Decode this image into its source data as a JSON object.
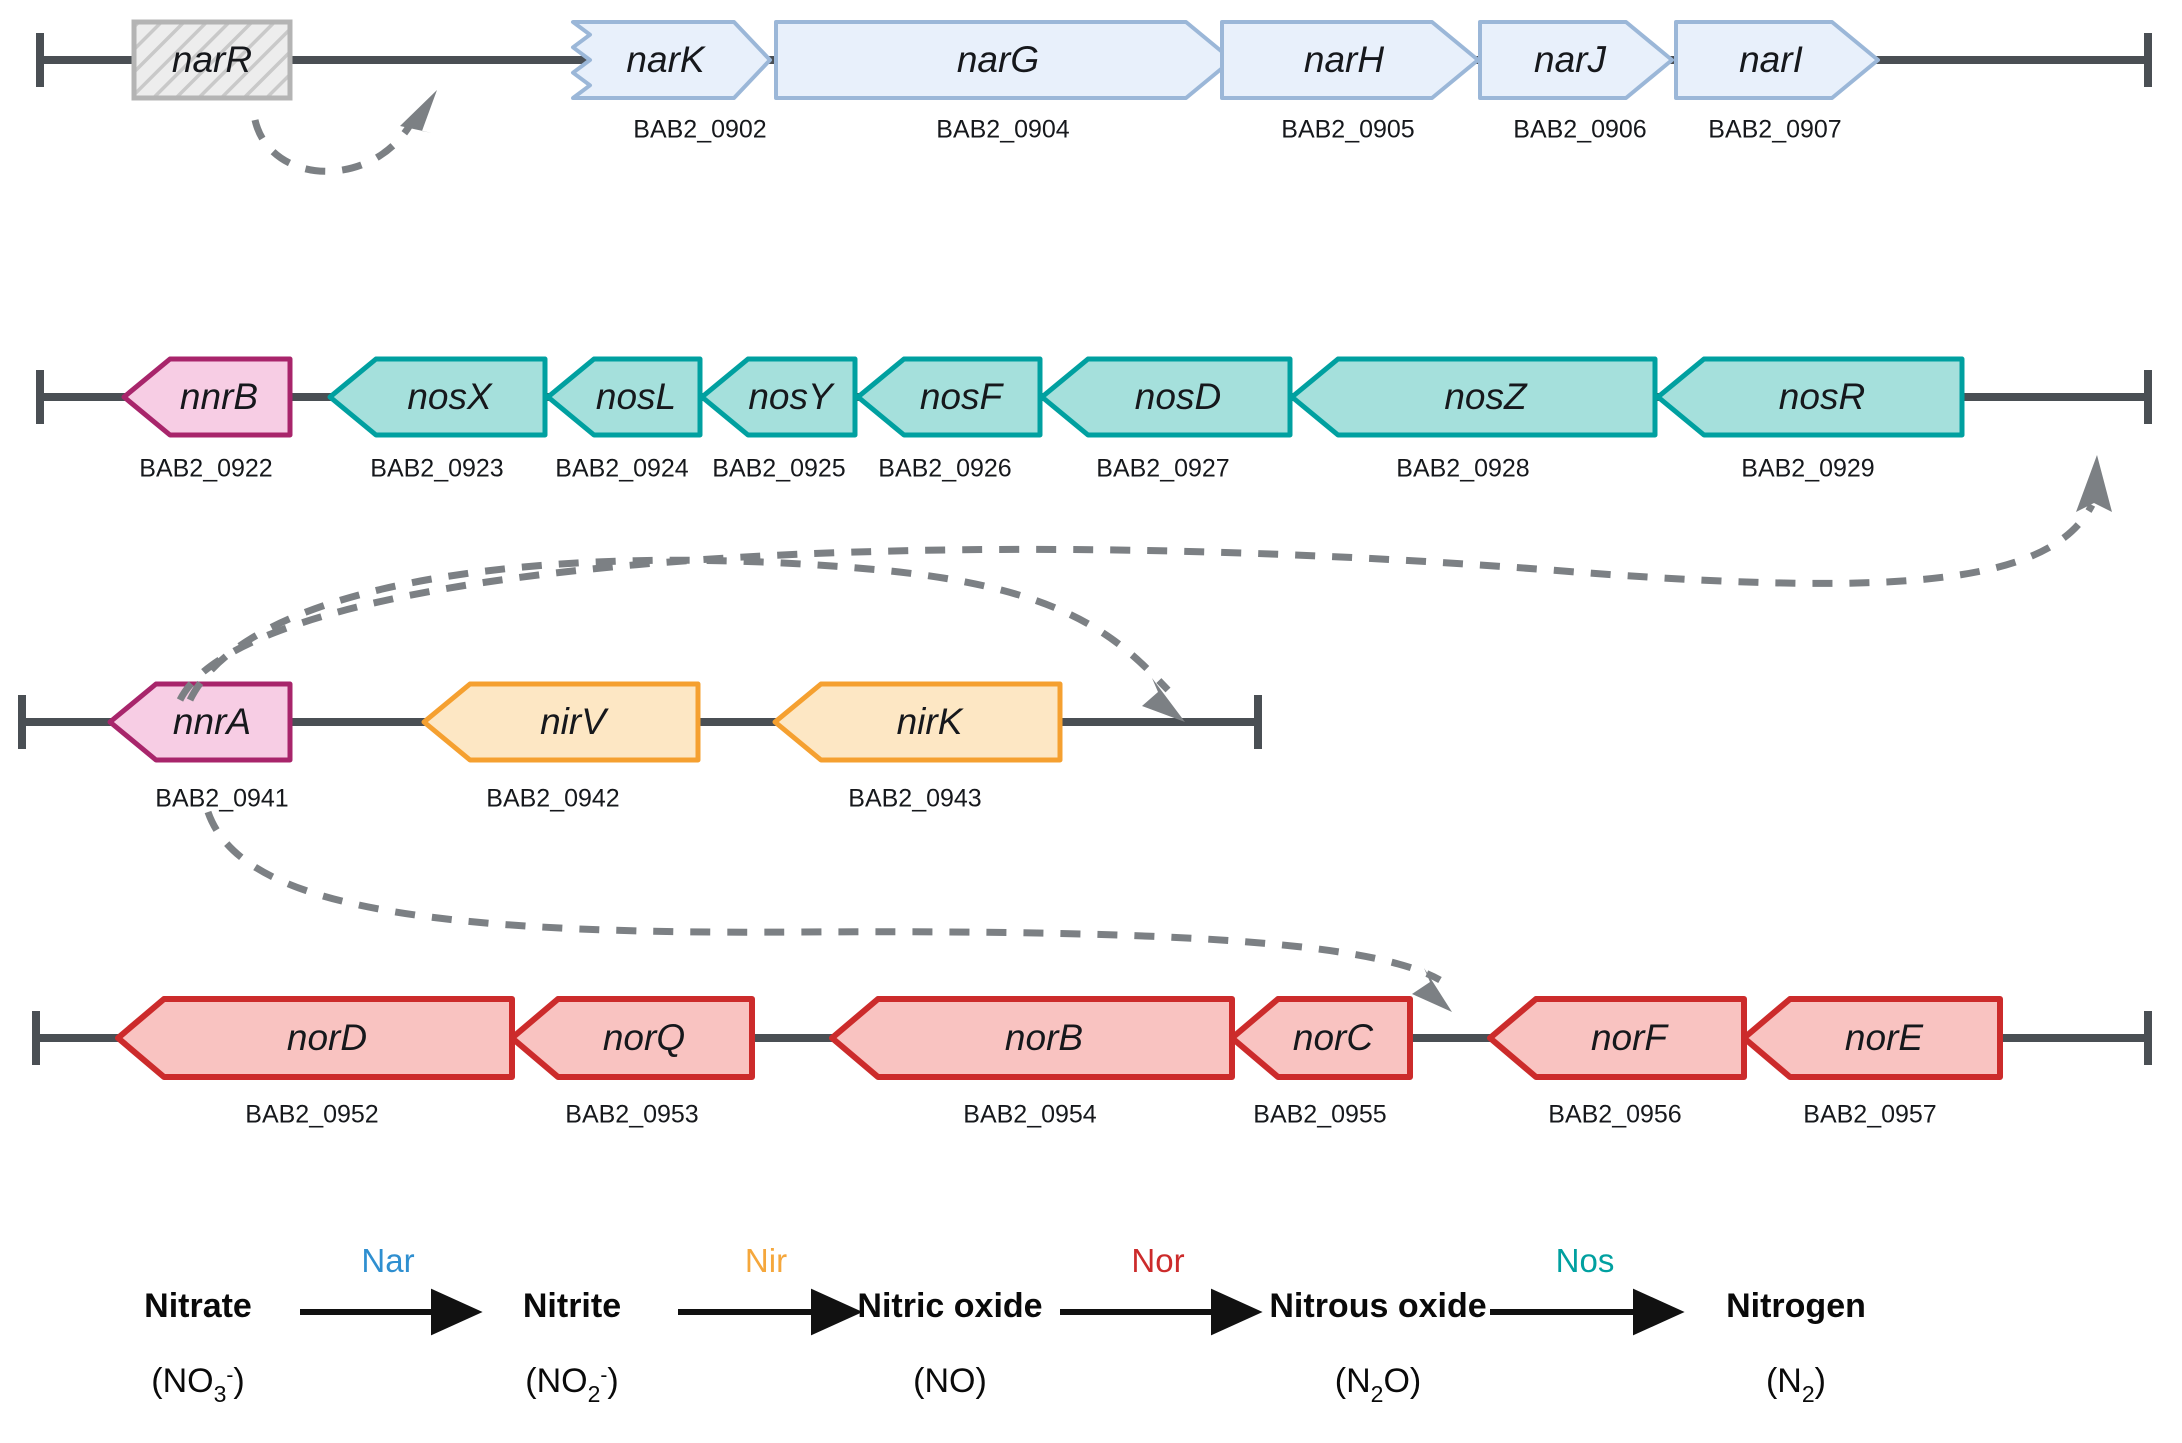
{
  "figure": {
    "title": "Denitrification gene clusters and pathway",
    "background": "#ffffff"
  },
  "palette": {
    "nar_fill": "#e8f0fb",
    "nar_stroke": "#9bb7d8",
    "nar_text": "#2f8fd0",
    "nos_fill": "#a5e0dc",
    "nos_stroke": "#00a0a0",
    "nos_text": "#00a0a0",
    "nir_fill": "#fde7c4",
    "nir_stroke": "#f5a030",
    "nir_text": "#f5a73c",
    "nor_fill": "#f9c3c1",
    "nor_stroke": "#cc2b2b",
    "nor_text": "#cc2b2b",
    "reg_fill": "#f7cde4",
    "reg_stroke": "#a8256b",
    "narR_fill": "#e9e9e9",
    "narR_stroke": "#b4b4b4",
    "backbone": "#4a4f54",
    "dashed_arrow": "#7c8084"
  },
  "rows": [
    {
      "id": "nar-operon",
      "genes": [
        {
          "name": "narR",
          "locus": "",
          "shape": "box-hatched",
          "dir": "none"
        },
        {
          "name": "narK",
          "locus": "BAB2_0902",
          "shape": "arrow-jagged",
          "dir": "right"
        },
        {
          "name": "narG",
          "locus": "BAB2_0904",
          "shape": "arrow",
          "dir": "right"
        },
        {
          "name": "narH",
          "locus": "BAB2_0905",
          "shape": "arrow",
          "dir": "right"
        },
        {
          "name": "narJ",
          "locus": "BAB2_0906",
          "shape": "arrow",
          "dir": "right"
        },
        {
          "name": "narI",
          "locus": "BAB2_0907",
          "shape": "arrow",
          "dir": "right"
        }
      ]
    },
    {
      "id": "nos-operon",
      "genes": [
        {
          "name": "nnrB",
          "locus": "BAB2_0922",
          "shape": "arrow",
          "dir": "left"
        },
        {
          "name": "nosX",
          "locus": "BAB2_0923",
          "shape": "arrow",
          "dir": "left"
        },
        {
          "name": "nosL",
          "locus": "BAB2_0924",
          "shape": "arrow",
          "dir": "left"
        },
        {
          "name": "nosY",
          "locus": "BAB2_0925",
          "shape": "arrow",
          "dir": "left"
        },
        {
          "name": "nosF",
          "locus": "BAB2_0926",
          "shape": "arrow",
          "dir": "left"
        },
        {
          "name": "nosD",
          "locus": "BAB2_0927",
          "shape": "arrow",
          "dir": "left"
        },
        {
          "name": "nosZ",
          "locus": "BAB2_0928",
          "shape": "arrow",
          "dir": "left"
        },
        {
          "name": "nosR",
          "locus": "BAB2_0929",
          "shape": "arrow",
          "dir": "left"
        }
      ]
    },
    {
      "id": "nir-operon",
      "genes": [
        {
          "name": "nnrA",
          "locus": "BAB2_0941",
          "shape": "arrow",
          "dir": "left"
        },
        {
          "name": "nirV",
          "locus": "BAB2_0942",
          "shape": "arrow",
          "dir": "left"
        },
        {
          "name": "nirK",
          "locus": "BAB2_0943",
          "shape": "arrow",
          "dir": "left"
        }
      ]
    },
    {
      "id": "nor-operon",
      "genes": [
        {
          "name": "norD",
          "locus": "BAB2_0952",
          "shape": "arrow",
          "dir": "left"
        },
        {
          "name": "norQ",
          "locus": "BAB2_0953",
          "shape": "arrow",
          "dir": "left"
        },
        {
          "name": "norB",
          "locus": "BAB2_0954",
          "shape": "arrow",
          "dir": "left"
        },
        {
          "name": "norC",
          "locus": "BAB2_0955",
          "shape": "arrow",
          "dir": "left"
        },
        {
          "name": "norF",
          "locus": "BAB2_0956",
          "shape": "arrow",
          "dir": "left"
        },
        {
          "name": "norE",
          "locus": "BAB2_0957",
          "shape": "arrow",
          "dir": "left"
        }
      ]
    }
  ],
  "regulatory_arrows": [
    {
      "id": "narR-to-narK",
      "from": "narR",
      "to": "nar-operon-genes"
    },
    {
      "id": "nnrA-to-nos",
      "from": "nnrA",
      "to": "nos-operon"
    },
    {
      "id": "nnrA-to-nir",
      "from": "nnrA",
      "to": "nir-operon"
    },
    {
      "id": "nnrA-to-nor",
      "from": "nnrA",
      "to": "nor-operon"
    }
  ],
  "pathway": {
    "steps": [
      {
        "name": "Nitrate",
        "formula_main": "(NO",
        "formula_sub": "3",
        "formula_sup": "-",
        "formula_tail": ")"
      },
      {
        "name": "Nitrite",
        "formula_main": "(NO",
        "formula_sub": "2",
        "formula_sup": "-",
        "formula_tail": ")"
      },
      {
        "name": "Nitric oxide",
        "formula_main": "(NO",
        "formula_sub": "",
        "formula_sup": "",
        "formula_tail": ")"
      },
      {
        "name": "Nitrous oxide",
        "formula_main": "(N",
        "formula_sub": "2",
        "formula_sup": "",
        "formula_tail": "O)"
      },
      {
        "name": "Nitrogen",
        "formula_main": "(N",
        "formula_sub": "2",
        "formula_sup": "",
        "formula_tail": ")"
      }
    ],
    "enzymes": [
      {
        "label": "Nar",
        "color": "#2f8fd0"
      },
      {
        "label": "Nir",
        "color": "#f5a73c"
      },
      {
        "label": "Nor",
        "color": "#cc2b2b"
      },
      {
        "label": "Nos",
        "color": "#00a0a0"
      }
    ]
  }
}
